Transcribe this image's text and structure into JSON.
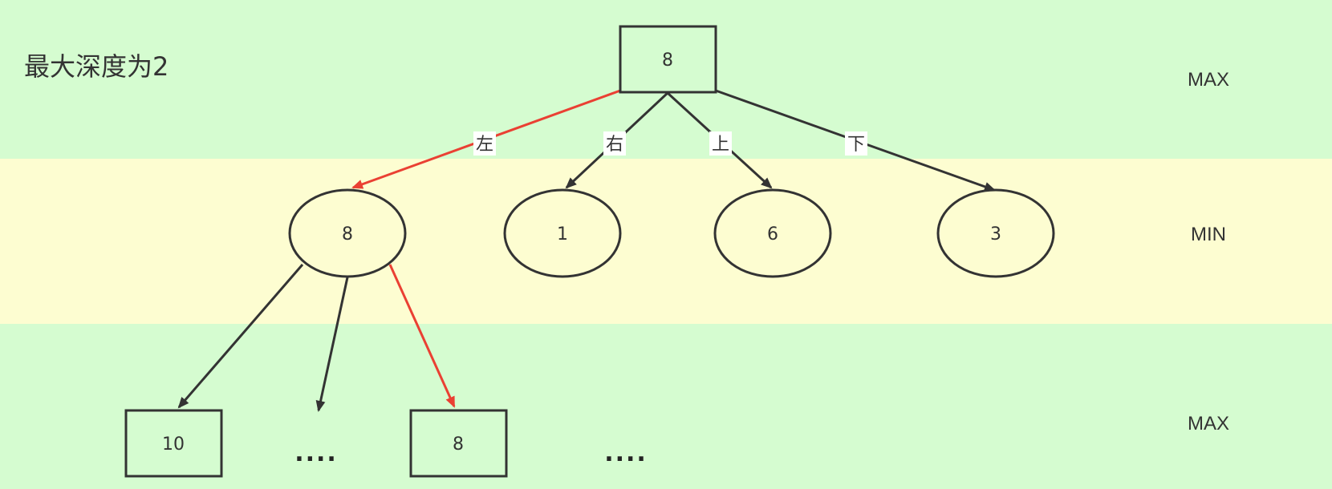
{
  "title": "最大深度为2",
  "colors": {
    "max_band": "#d5fcd0",
    "min_band": "#fdfdd1",
    "stroke": "#333333",
    "highlight": "#ea4033"
  },
  "layers": {
    "top": "MAX",
    "middle": "MIN",
    "bottom": "MAX"
  },
  "root": {
    "value": "8"
  },
  "children": [
    {
      "value": "8",
      "edge_label": "左",
      "highlight": true
    },
    {
      "value": "1",
      "edge_label": "右",
      "highlight": false
    },
    {
      "value": "6",
      "edge_label": "上",
      "highlight": false
    },
    {
      "value": "3",
      "edge_label": "下",
      "highlight": false
    }
  ],
  "grandchildren": [
    {
      "value": "10"
    },
    {
      "value": "...."
    },
    {
      "value": "8",
      "highlight": true
    },
    {
      "value": "...."
    }
  ]
}
